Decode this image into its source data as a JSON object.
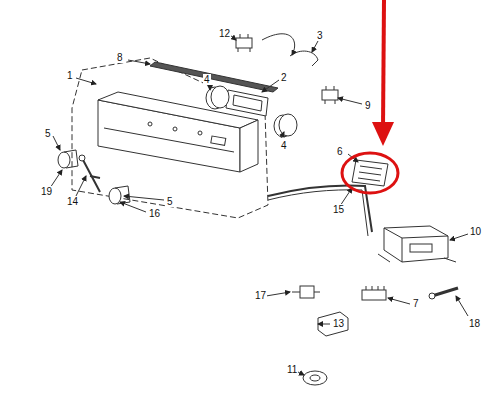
{
  "diagram": {
    "labels": [
      "1",
      "2",
      "3",
      "4",
      "4",
      "5",
      "5",
      "6",
      "7",
      "8",
      "9",
      "10",
      "11",
      "12",
      "13",
      "14",
      "15",
      "16",
      "17",
      "18",
      "19"
    ]
  }
}
